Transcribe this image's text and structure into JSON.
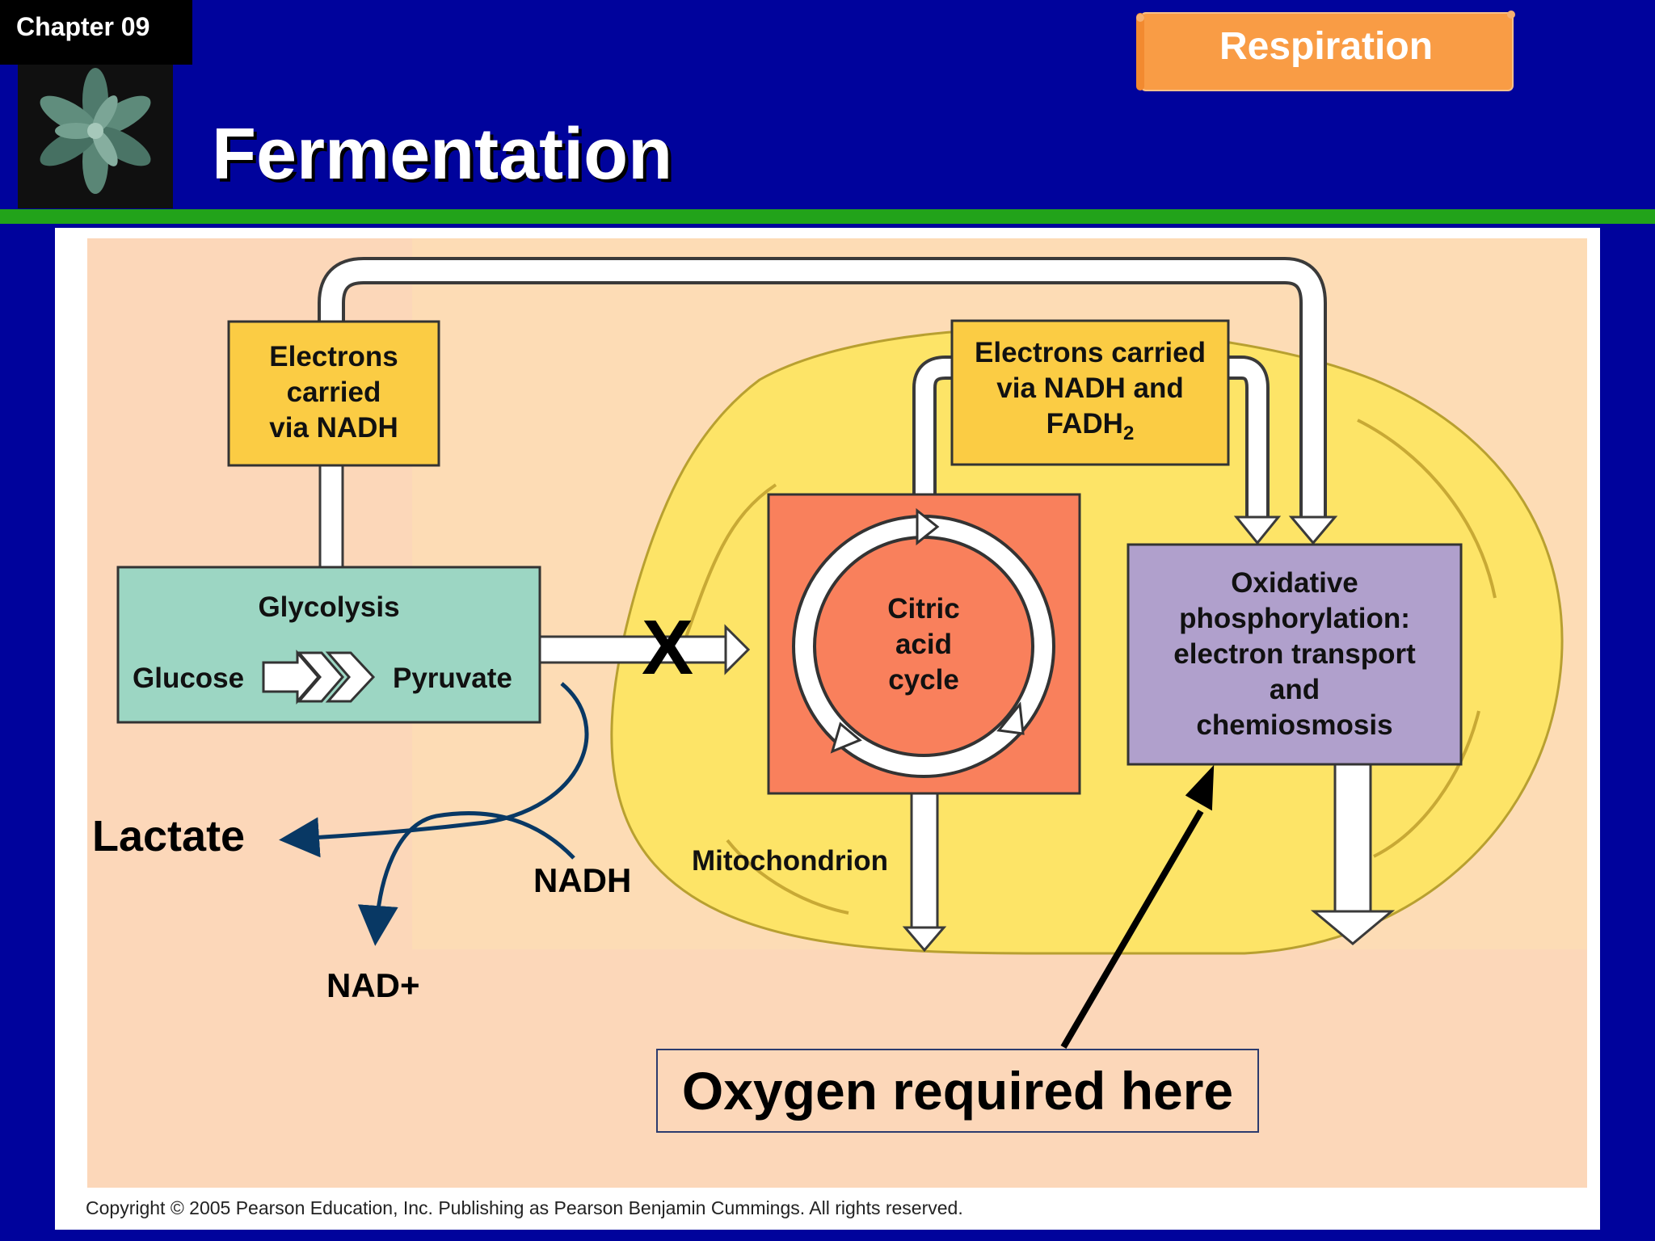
{
  "header": {
    "chapter": "Chapter 09",
    "title": "Fermentation",
    "banner": "Respiration"
  },
  "diagram": {
    "box_electrons_nadh": [
      "Electrons",
      "carried",
      "via NADH"
    ],
    "box_electrons_nadh_fadh": [
      "Electrons carried",
      "via NADH and"
    ],
    "fadh_text": "FADH",
    "fadh_sub": "2",
    "glycolysis_title": "Glycolysis",
    "glucose_label": "Glucose",
    "pyruvate_label": "Pyruvate",
    "blocked_mark": "X",
    "citric_cycle": [
      "Citric",
      "acid",
      "cycle"
    ],
    "oxidative": [
      "Oxidative",
      "phosphorylation:",
      "electron transport",
      "and",
      "chemiosmosis"
    ],
    "mitochondrion_label": "Mitochondrion",
    "lactate_label": "Lactate",
    "nadh_label": "NADH",
    "nad_label": "NAD+",
    "oxygen_label": "Oxygen required here",
    "copyright": "Copyright © 2005 Pearson Education, Inc. Publishing as Pearson Benjamin Cummings. All rights reserved."
  },
  "colors": {
    "slide_background": "#00039c",
    "accent_bar": "#22a31a",
    "banner": "#f99c45",
    "panel_peach": "#fcd7b9",
    "mitochondrion": "#fde467",
    "electron_boxes": "#fbcc44",
    "glycolysis_box": "#9cd6c3",
    "citric_box": "#f9805c",
    "oxidative_box": "#b0a0cc",
    "fermentation_arrow": "#083864"
  }
}
